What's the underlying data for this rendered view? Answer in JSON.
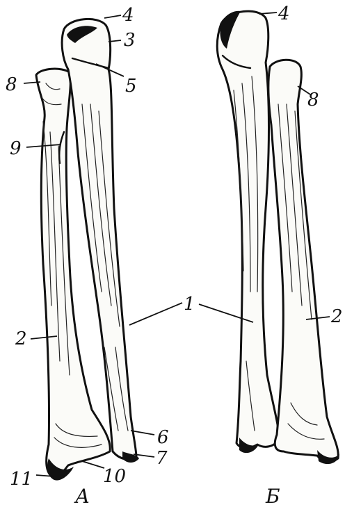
{
  "figure": {
    "panels": [
      {
        "id": "A",
        "caption": "А"
      },
      {
        "id": "B",
        "caption": "Б"
      }
    ],
    "labels": [
      {
        "id": "1",
        "text": "1"
      },
      {
        "id": "2a",
        "text": "2"
      },
      {
        "id": "2b",
        "text": "2"
      },
      {
        "id": "3",
        "text": "3"
      },
      {
        "id": "4a",
        "text": "4"
      },
      {
        "id": "4b",
        "text": "4"
      },
      {
        "id": "5",
        "text": "5"
      },
      {
        "id": "6",
        "text": "6"
      },
      {
        "id": "7",
        "text": "7"
      },
      {
        "id": "8a",
        "text": "8"
      },
      {
        "id": "8b",
        "text": "8"
      },
      {
        "id": "9",
        "text": "9"
      },
      {
        "id": "10",
        "text": "10"
      },
      {
        "id": "11",
        "text": "11"
      }
    ]
  }
}
